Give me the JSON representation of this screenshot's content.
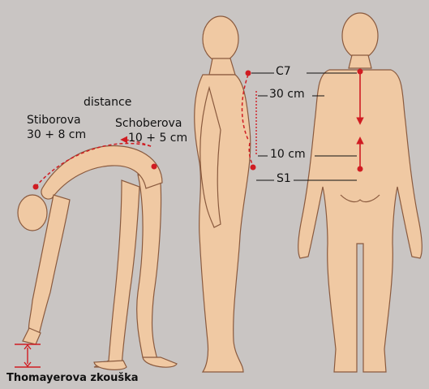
{
  "labels": {
    "distance": "distance",
    "stiborova_name": "Stiborova",
    "stiborova_value": "30 + 8 cm",
    "schoberova_name": "Schoberova",
    "schoberova_value": "10 + 5 cm",
    "c7": "C7",
    "measure_30": "30 cm",
    "measure_10": "10 cm",
    "s1": "S1",
    "thomayer": "Thomayerova zkouška"
  },
  "colors": {
    "background": "#c9c5c3",
    "skin": "#f0c9a3",
    "skin_outline": "#8a5a3e",
    "marker": "#d01c22",
    "text": "#111111"
  }
}
